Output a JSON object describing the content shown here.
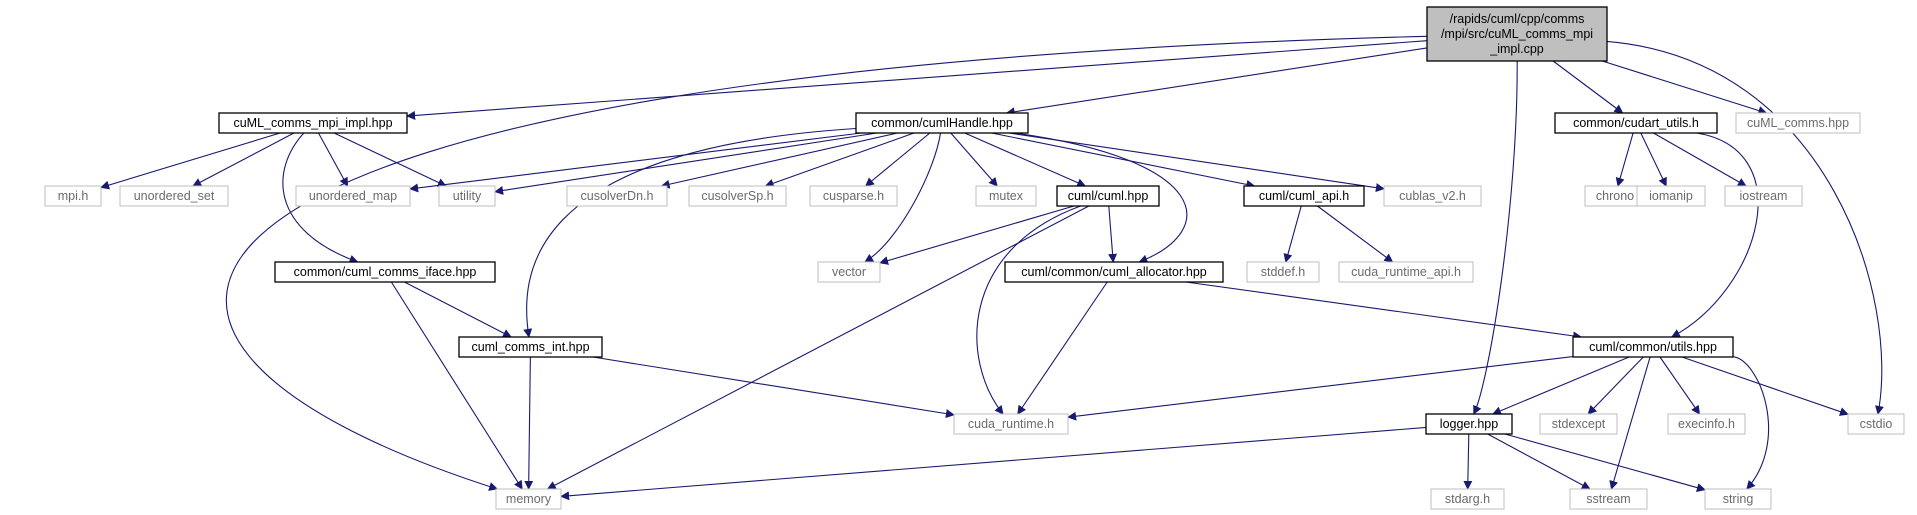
{
  "diagram": {
    "title": "",
    "nodes": [
      {
        "id": "root",
        "lines": [
          "/rapids/cuml/cpp/comms",
          "/mpi/src/cuML_comms_mpi",
          "_impl.cpp"
        ],
        "kind": "root"
      },
      {
        "id": "mpi_impl_hpp",
        "lines": [
          "cuML_comms_mpi_impl.hpp"
        ],
        "kind": "documented"
      },
      {
        "id": "cumlHandle",
        "lines": [
          "common/cumlHandle.hpp"
        ],
        "kind": "documented"
      },
      {
        "id": "cudart_utils",
        "lines": [
          "common/cudart_utils.h"
        ],
        "kind": "documented"
      },
      {
        "id": "cuML_comms",
        "lines": [
          "cuML_comms.hpp"
        ],
        "kind": "external"
      },
      {
        "id": "mpi_h",
        "lines": [
          "mpi.h"
        ],
        "kind": "external"
      },
      {
        "id": "unordered_set",
        "lines": [
          "unordered_set"
        ],
        "kind": "external"
      },
      {
        "id": "unordered_map",
        "lines": [
          "unordered_map"
        ],
        "kind": "external"
      },
      {
        "id": "utility",
        "lines": [
          "utility"
        ],
        "kind": "external"
      },
      {
        "id": "cusolverDn",
        "lines": [
          "cusolverDn.h"
        ],
        "kind": "external"
      },
      {
        "id": "cusolverSp",
        "lines": [
          "cusolverSp.h"
        ],
        "kind": "external"
      },
      {
        "id": "cusparse",
        "lines": [
          "cusparse.h"
        ],
        "kind": "external"
      },
      {
        "id": "mutex",
        "lines": [
          "mutex"
        ],
        "kind": "external"
      },
      {
        "id": "cuml_hpp",
        "lines": [
          "cuml/cuml.hpp"
        ],
        "kind": "documented"
      },
      {
        "id": "cuml_api",
        "lines": [
          "cuml/cuml_api.h"
        ],
        "kind": "documented"
      },
      {
        "id": "cublas",
        "lines": [
          "cublas_v2.h"
        ],
        "kind": "external"
      },
      {
        "id": "chrono",
        "lines": [
          "chrono"
        ],
        "kind": "external"
      },
      {
        "id": "iomanip",
        "lines": [
          "iomanip"
        ],
        "kind": "external"
      },
      {
        "id": "iostream",
        "lines": [
          "iostream"
        ],
        "kind": "external"
      },
      {
        "id": "comms_iface",
        "lines": [
          "common/cuml_comms_iface.hpp"
        ],
        "kind": "documented"
      },
      {
        "id": "vector",
        "lines": [
          "vector"
        ],
        "kind": "external"
      },
      {
        "id": "cuml_allocator",
        "lines": [
          "cuml/common/cuml_allocator.hpp"
        ],
        "kind": "documented"
      },
      {
        "id": "stddef",
        "lines": [
          "stddef.h"
        ],
        "kind": "external"
      },
      {
        "id": "cuda_runtime_api",
        "lines": [
          "cuda_runtime_api.h"
        ],
        "kind": "external"
      },
      {
        "id": "comms_int",
        "lines": [
          "cuml_comms_int.hpp"
        ],
        "kind": "documented"
      },
      {
        "id": "utils_hpp",
        "lines": [
          "cuml/common/utils.hpp"
        ],
        "kind": "documented"
      },
      {
        "id": "cuda_runtime",
        "lines": [
          "cuda_runtime.h"
        ],
        "kind": "external"
      },
      {
        "id": "logger",
        "lines": [
          "logger.hpp"
        ],
        "kind": "documented"
      },
      {
        "id": "stdexcept",
        "lines": [
          "stdexcept"
        ],
        "kind": "external"
      },
      {
        "id": "execinfo",
        "lines": [
          "execinfo.h"
        ],
        "kind": "external"
      },
      {
        "id": "cstdio",
        "lines": [
          "cstdio"
        ],
        "kind": "external"
      },
      {
        "id": "memory",
        "lines": [
          "memory"
        ],
        "kind": "external"
      },
      {
        "id": "stdarg",
        "lines": [
          "stdarg.h"
        ],
        "kind": "external"
      },
      {
        "id": "sstream",
        "lines": [
          "sstream"
        ],
        "kind": "external"
      },
      {
        "id": "string",
        "lines": [
          "string"
        ],
        "kind": "external"
      }
    ],
    "edges": [
      [
        "root",
        "mpi_impl_hpp"
      ],
      [
        "root",
        "cumlHandle"
      ],
      [
        "root",
        "cudart_utils"
      ],
      [
        "root",
        "cuML_comms"
      ],
      [
        "root",
        "cstdio"
      ],
      [
        "root",
        "memory"
      ],
      [
        "root",
        "logger"
      ],
      [
        "mpi_impl_hpp",
        "mpi_h"
      ],
      [
        "mpi_impl_hpp",
        "unordered_set"
      ],
      [
        "mpi_impl_hpp",
        "unordered_map"
      ],
      [
        "mpi_impl_hpp",
        "utility"
      ],
      [
        "mpi_impl_hpp",
        "comms_iface"
      ],
      [
        "cumlHandle",
        "unordered_map"
      ],
      [
        "cumlHandle",
        "utility"
      ],
      [
        "cumlHandle",
        "cusolverDn"
      ],
      [
        "cumlHandle",
        "cusolverSp"
      ],
      [
        "cumlHandle",
        "cusparse"
      ],
      [
        "cumlHandle",
        "mutex"
      ],
      [
        "cumlHandle",
        "cuml_hpp"
      ],
      [
        "cumlHandle",
        "cuml_api"
      ],
      [
        "cumlHandle",
        "cublas"
      ],
      [
        "cumlHandle",
        "vector"
      ],
      [
        "cumlHandle",
        "cuml_allocator"
      ],
      [
        "cumlHandle",
        "comms_int"
      ],
      [
        "cudart_utils",
        "chrono"
      ],
      [
        "cudart_utils",
        "iomanip"
      ],
      [
        "cudart_utils",
        "iostream"
      ],
      [
        "cudart_utils",
        "utils_hpp"
      ],
      [
        "cuml_hpp",
        "vector"
      ],
      [
        "cuml_hpp",
        "cuml_allocator"
      ],
      [
        "cuml_hpp",
        "cuda_runtime"
      ],
      [
        "cuml_hpp",
        "memory"
      ],
      [
        "cuml_api",
        "stddef"
      ],
      [
        "cuml_api",
        "cuda_runtime_api"
      ],
      [
        "comms_iface",
        "comms_int"
      ],
      [
        "comms_iface",
        "memory"
      ],
      [
        "cuml_allocator",
        "cuda_runtime"
      ],
      [
        "cuml_allocator",
        "utils_hpp"
      ],
      [
        "comms_int",
        "cuda_runtime"
      ],
      [
        "comms_int",
        "memory"
      ],
      [
        "utils_hpp",
        "cuda_runtime"
      ],
      [
        "utils_hpp",
        "logger"
      ],
      [
        "utils_hpp",
        "stdexcept"
      ],
      [
        "utils_hpp",
        "sstream"
      ],
      [
        "utils_hpp",
        "execinfo"
      ],
      [
        "utils_hpp",
        "cstdio"
      ],
      [
        "utils_hpp",
        "string"
      ],
      [
        "logger",
        "memory"
      ],
      [
        "logger",
        "stdarg"
      ],
      [
        "logger",
        "sstream"
      ],
      [
        "logger",
        "string"
      ]
    ]
  },
  "colors": {
    "edge": "#191970",
    "root_fill": "#bfbfbf",
    "documented_border": "#000000",
    "external_border": "#bfbfbf",
    "external_text": "#6b6b6b"
  }
}
